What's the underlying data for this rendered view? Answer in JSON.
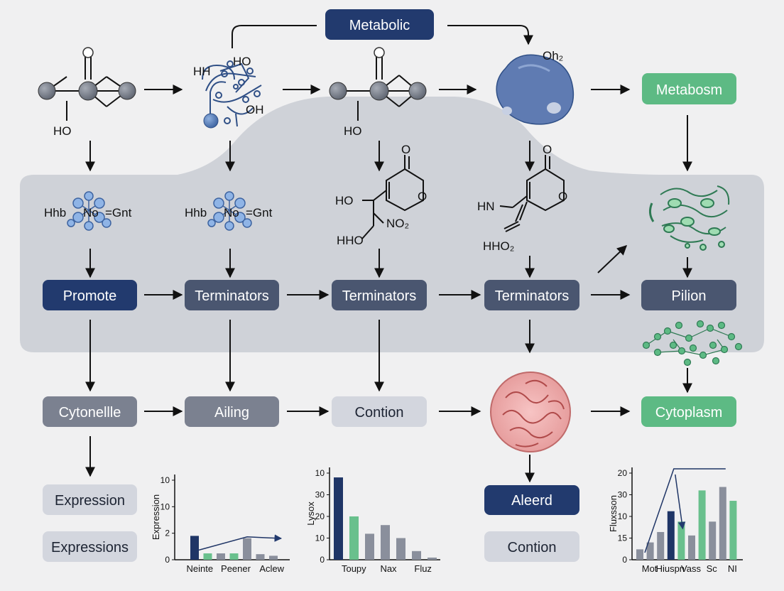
{
  "colors": {
    "navy": "#223a6e",
    "slate": "#4a5670",
    "gray": "#7b8190",
    "light": "#d3d6de",
    "green": "#5dba84",
    "band": "#c9ccd3",
    "chart_navy": "#1f3566",
    "chart_green": "#69c08d",
    "chart_gray": "#8a8f9c"
  },
  "nodes": {
    "metabolic": "Metabolic",
    "metabosm": "Metabosm",
    "promote": "Promote",
    "terminators_1": "Terminators",
    "terminators_2": "Terminators",
    "terminators_3": "Terminators",
    "pilion": "Pilion",
    "cytonellle": "Cytonellle",
    "ailing": "Ailing",
    "contion_1": "Contion",
    "cytoplasm": "Cytoplasm",
    "expression": "Expression",
    "expressions": "Expressions",
    "aleerd": "Aleerd",
    "contion_2": "Contion"
  },
  "labels": {
    "ho_1": "HO",
    "hhh": "HH",
    "ho_2": "HO",
    "oh": "OH",
    "ho_3": "HO",
    "oh2": "Oh₂",
    "hhb_1": "Hhb",
    "no_1": "No",
    "gnt_1": "=Gnt",
    "hhb_2": "Hhb",
    "no_2": "No",
    "gnt_2": "=Gnt",
    "ho_4": "HO",
    "no2": "NO₂",
    "hho": "HHO",
    "o_1": "O",
    "o_2": "O",
    "hn": "HN",
    "hho2": "HHO₂",
    "o_3": "O",
    "o_4": "O"
  },
  "chart_data": [
    {
      "type": "bar",
      "ylabel": "Expression",
      "y_ticks": [
        "0",
        "2",
        "10",
        "10"
      ],
      "x_tick_labels": [
        "Neinte",
        "Peener",
        "Aclew"
      ],
      "values": [
        3,
        0.8,
        0.8,
        0.8,
        2.7,
        0.7,
        0.5
      ],
      "colors": [
        "navy",
        "green",
        "gray",
        "green",
        "gray",
        "gray",
        "gray"
      ],
      "ymax": 10
    },
    {
      "type": "bar",
      "ylabel": "Lysox",
      "y_ticks": [
        "0",
        "10",
        "20",
        "30",
        "10"
      ],
      "x_tick_labels": [
        "Toupy",
        "Nax",
        "Fluz"
      ],
      "values": [
        38,
        20,
        12,
        16,
        10,
        4,
        1
      ],
      "colors": [
        "navy",
        "green",
        "gray",
        "gray",
        "gray",
        "gray",
        "gray"
      ],
      "ymax": 40
    },
    {
      "type": "bar",
      "ylabel": "Fluxsson",
      "y_ticks": [
        "0",
        "15",
        "10",
        "30",
        "20"
      ],
      "x_tick_labels": [
        "Mot",
        "Hiuspn",
        "Vass",
        "Sc",
        "NI"
      ],
      "values": [
        3,
        5,
        8,
        14,
        11,
        7,
        20,
        11,
        21,
        17
      ],
      "colors": [
        "gray",
        "gray",
        "gray",
        "navy",
        "green",
        "gray",
        "green",
        "gray",
        "gray",
        "green"
      ],
      "ymax": 25
    }
  ]
}
